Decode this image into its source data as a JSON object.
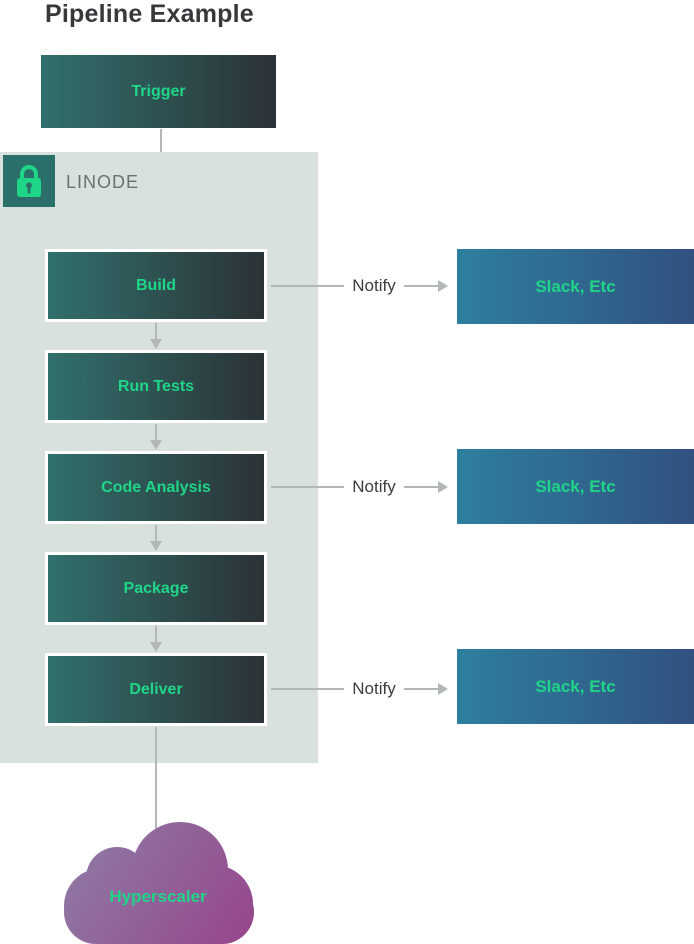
{
  "title": "Pipeline Example",
  "trigger": {
    "label": "Trigger"
  },
  "container": {
    "label": "LINODE",
    "lock_icon": "padlock-icon"
  },
  "stages": [
    {
      "label": "Build",
      "notify": true
    },
    {
      "label": "Run Tests",
      "notify": false
    },
    {
      "label": "Code Analysis",
      "notify": true
    },
    {
      "label": "Package",
      "notify": false
    },
    {
      "label": "Deliver",
      "notify": true
    }
  ],
  "notify": {
    "label": "Notify",
    "target_label": "Slack, Etc"
  },
  "cloud": {
    "label": "Hyperscaler",
    "icon": "cloud-icon"
  },
  "colors": {
    "title_color": "#36383B",
    "stage_gradient_start": "#31706D",
    "stage_gradient_end": "#2B3236",
    "slack_gradient_start": "#2E7FA0",
    "slack_gradient_end": "#31517F",
    "cloud_gradient_start": "#8E7CA6",
    "cloud_gradient_end": "#96478D",
    "container_bg": "#D9E1DE",
    "lock_badge_bg": "#2B6F6A",
    "green_text": "#1FD688",
    "arrow_gray": "#B2B8B8",
    "label_gray": "#6A7171",
    "notify_text": "#3A3E41"
  }
}
